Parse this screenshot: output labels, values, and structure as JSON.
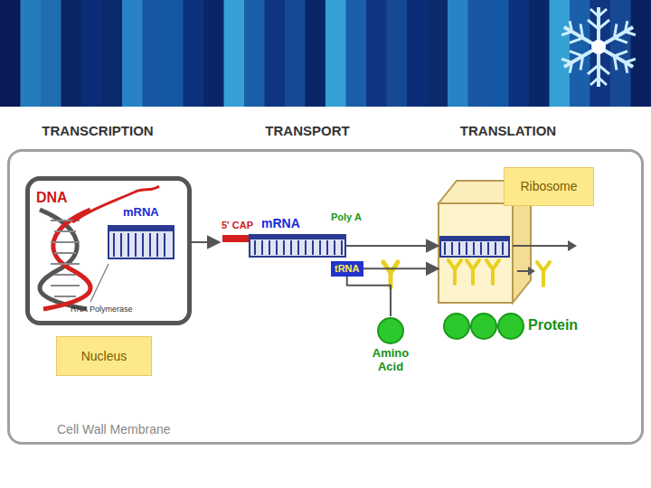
{
  "diagram": {
    "nodes": [
      {
        "text": [
          "Cell Wall Membrane"
        ]
      },
      {
        "text": [
          "Nucleus"
        ],
        "in": 0
      },
      {
        "text": [
          "5' CAP",
          "mRNA"
        ],
        "in": 0
      },
      {
        "text": [
          "tRNA"
        ],
        "in": 0
      },
      {
        "text": [
          "Amino Acid"
        ],
        "in": 0
      },
      {
        "text": [
          "Ribosome"
        ],
        "in": 0
      },
      {
        "text": [
          "Protein"
        ],
        "in": 0
      }
    ],
    "edges": [
      {
        "from": 1,
        "to": 2,
        "arrow": "to"
      },
      {
        "from": 2,
        "to": 5,
        "arrow": "to"
      },
      {
        "from": 3,
        "to": 5,
        "arrow": "to"
      },
      {
        "from": 4,
        "to": 3,
        "arrow": "none"
      }
    ],
    "labels": [
      "TRANSCRIPTION",
      "TRANSPORT",
      "TRANSLATION",
      "DNA",
      "mRNA",
      "RNA Polymerase",
      "Poly A"
    ]
  }
}
